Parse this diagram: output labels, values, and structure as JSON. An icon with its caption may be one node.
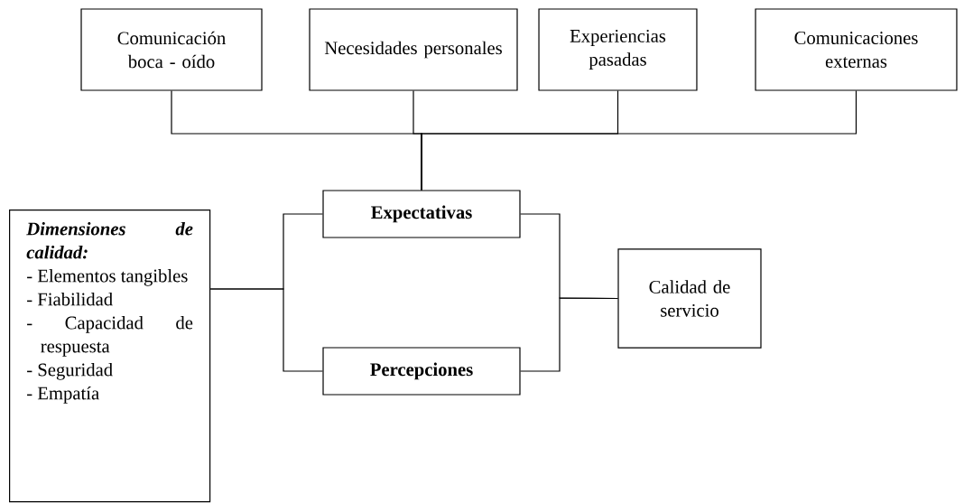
{
  "diagram": {
    "nodes": [
      {
        "text": [
          "Comunicación boca - oído"
        ]
      },
      {
        "text": [
          "Necesidades personales"
        ]
      },
      {
        "text": [
          "Experiencias pasadas"
        ]
      },
      {
        "text": [
          "Comunicaciones externas"
        ]
      },
      {
        "text": [
          "Dimensiones de calidad:",
          "- Elementos tangibles",
          "- Fiabilidad",
          "- Capacidad de respuesta",
          "- Seguridad",
          "- Empatía"
        ]
      },
      {
        "text": [
          "Expectativas"
        ]
      },
      {
        "text": [
          "Calidad de servicio"
        ]
      },
      {
        "text": [
          "Percepciones"
        ]
      }
    ],
    "edges": [
      {
        "from": 0,
        "to": 5,
        "arrow": "none"
      },
      {
        "from": 1,
        "to": 5,
        "arrow": "none"
      },
      {
        "from": 2,
        "to": 5,
        "arrow": "none"
      },
      {
        "from": 3,
        "to": 5,
        "arrow": "none"
      },
      {
        "from": 4,
        "to": 5,
        "arrow": "none"
      },
      {
        "from": 4,
        "to": 7,
        "arrow": "none"
      },
      {
        "from": 5,
        "to": 6,
        "arrow": "none"
      },
      {
        "from": 7,
        "to": 6,
        "arrow": "none"
      }
    ]
  }
}
